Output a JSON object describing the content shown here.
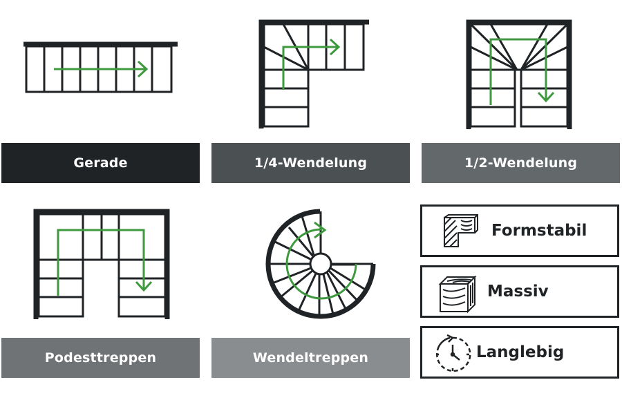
{
  "stair_types": [
    {
      "label": "Gerade",
      "bar_color": "#1f2326"
    },
    {
      "label": "1/4-Wendelung",
      "bar_color": "#4b5053"
    },
    {
      "label": "1/2-Wendelung",
      "bar_color": "#63686b"
    },
    {
      "label": "Podesttreppen",
      "bar_color": "#6f7375"
    },
    {
      "label": "Wendeltreppen",
      "bar_color": "#8a8d8f"
    }
  ],
  "features": [
    {
      "label": "Formstabil",
      "icon": "formstabil-wood-profile-icon"
    },
    {
      "label": "Massiv",
      "icon": "massiv-wood-block-icon"
    },
    {
      "label": "Langlebig",
      "icon": "langlebig-clock-icon"
    }
  ],
  "colors": {
    "line": "#1f2326",
    "arrow": "#3f9a3f"
  }
}
